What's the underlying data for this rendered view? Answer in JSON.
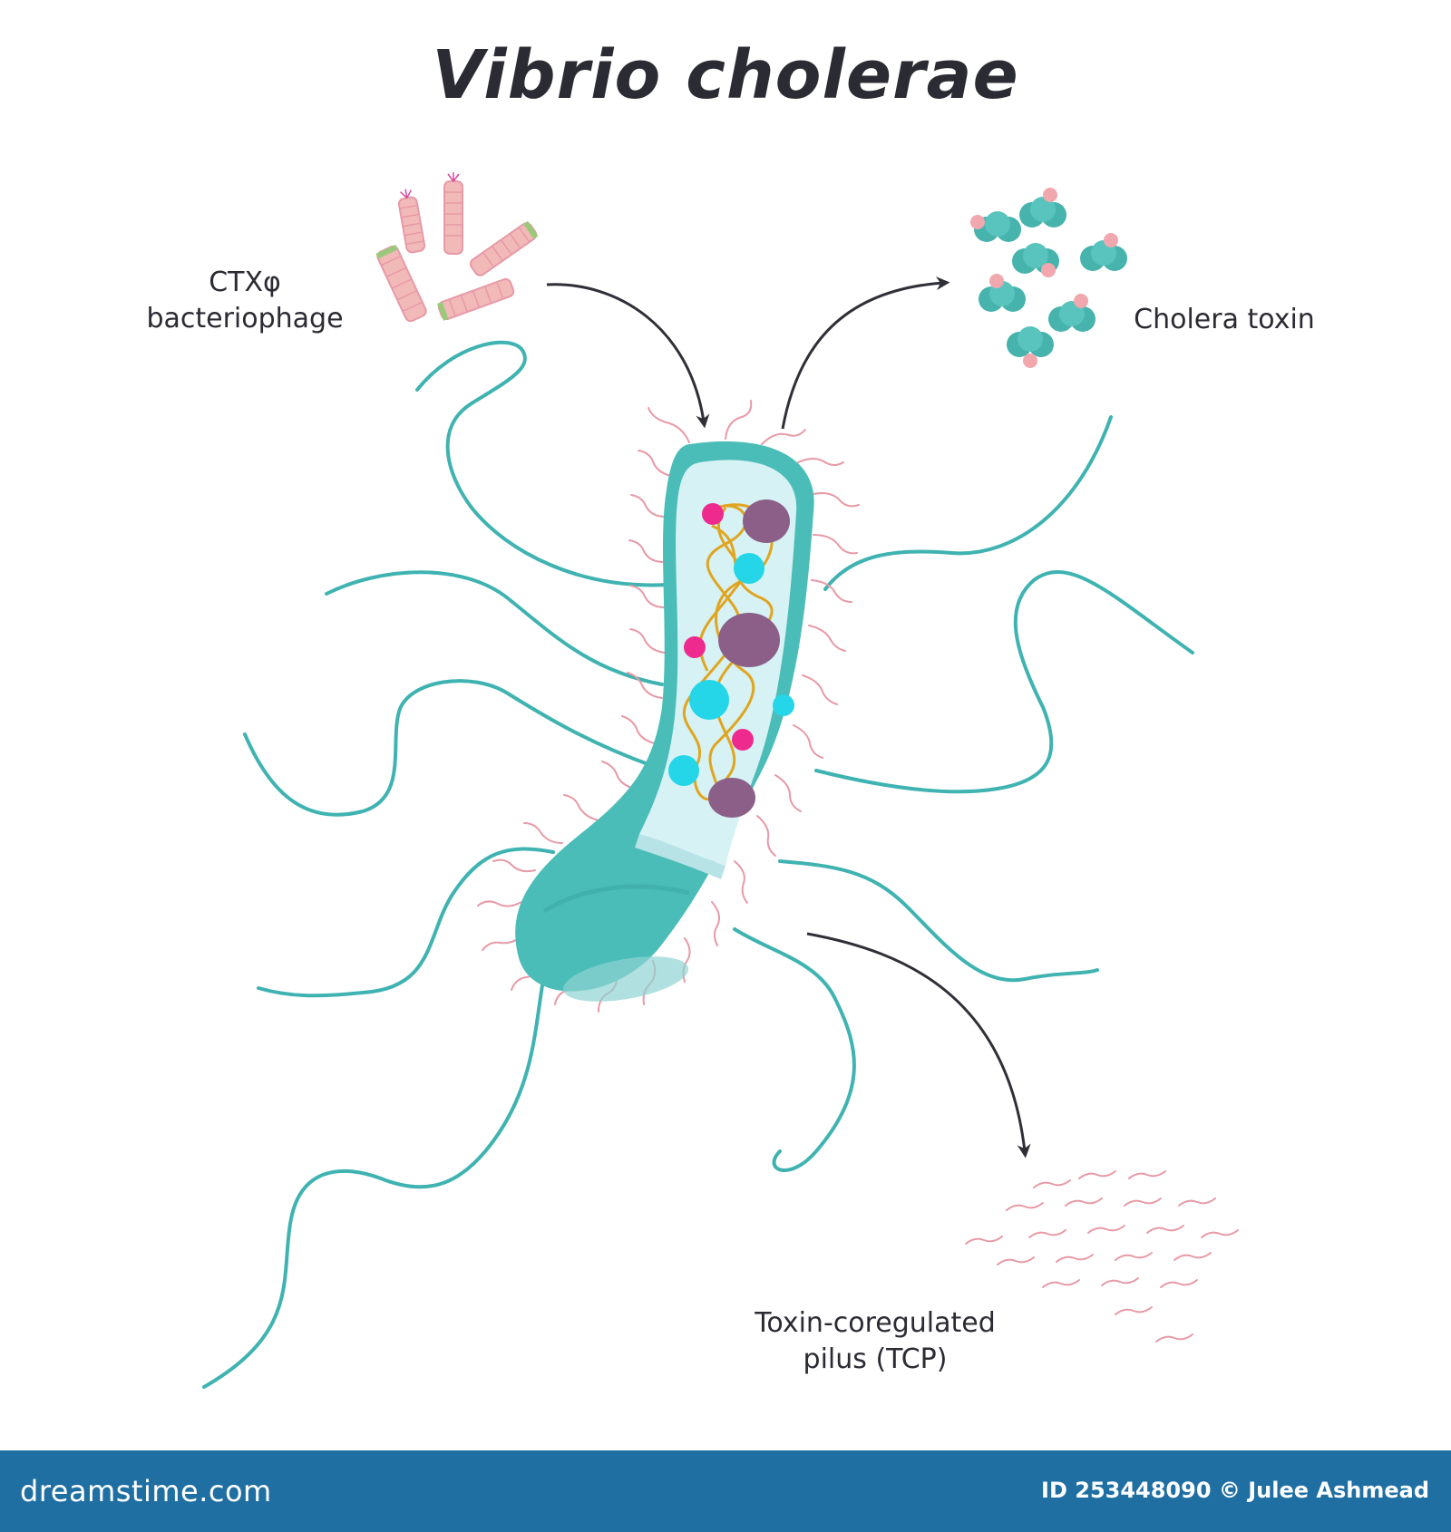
{
  "diagram": {
    "title": "Vibrio cholerae",
    "labels": {
      "bacteriophage_line1": "CTXφ",
      "bacteriophage_line2": "bacteriophage",
      "cholera_toxin": "Cholera toxin",
      "tcp_line1": "Toxin-coregulated",
      "tcp_line2": "pilus (TCP)"
    }
  },
  "footer": {
    "brand": "dreamstime.com",
    "credit": "ID 253448090 © Julee Ashmead"
  },
  "colors": {
    "body": "#4bbdb8",
    "cytoplasm": "#d6f2f4",
    "flagella": "#3fb3b1",
    "pili": "#e79aa6",
    "granule_large": "#8b5f87",
    "granule_pink": "#ee2a8e",
    "granule_cyan": "#24d6e8",
    "nucleoid": "#e0a520",
    "arrow": "#2f2f38",
    "footer": "#1f6fa3"
  }
}
